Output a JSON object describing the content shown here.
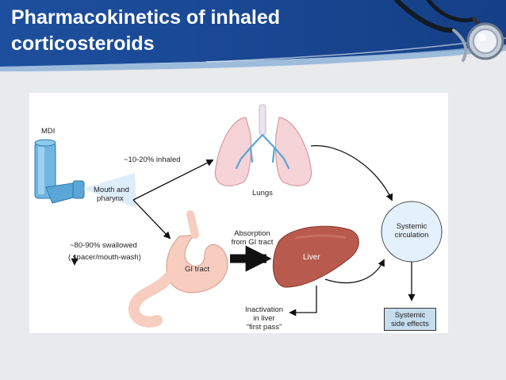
{
  "slide": {
    "title_line1": "Pharmacokinetics of inhaled",
    "title_line2": "corticosteroids"
  },
  "header_icon": "stethoscope-icon",
  "colors": {
    "header_blue": "#1b4b9a",
    "circulation_fill": "#e4f0fb",
    "side_effects_fill": "#c6ddee",
    "lungs_fill": "#f6d3d7",
    "liver_fill": "#b85b4e",
    "gi_fill": "#f6cdbf",
    "inhaler_blue": "#6fb6e2"
  },
  "diagram": {
    "mdi": "MDI",
    "mouth_line1": "Mouth and",
    "mouth_line2": "pharynx",
    "inhaled": "~10-20% inhaled",
    "lungs": "Lungs",
    "swallowed": "~80-90% swallowed",
    "spacer": "(   spacer/mouth-wash)",
    "gi_tract": "GI tract",
    "absorption_line1": "Absorption",
    "absorption_line2": "from GI tract",
    "liver": "Liver",
    "inactivation_line1": "Inactivation",
    "inactivation_line2": "in liver",
    "inactivation_line3": "“first pass”",
    "systemic_line1": "Systemic",
    "systemic_line2": "circulation",
    "side_effects_line1": "Systemic",
    "side_effects_line2": "side effects"
  }
}
